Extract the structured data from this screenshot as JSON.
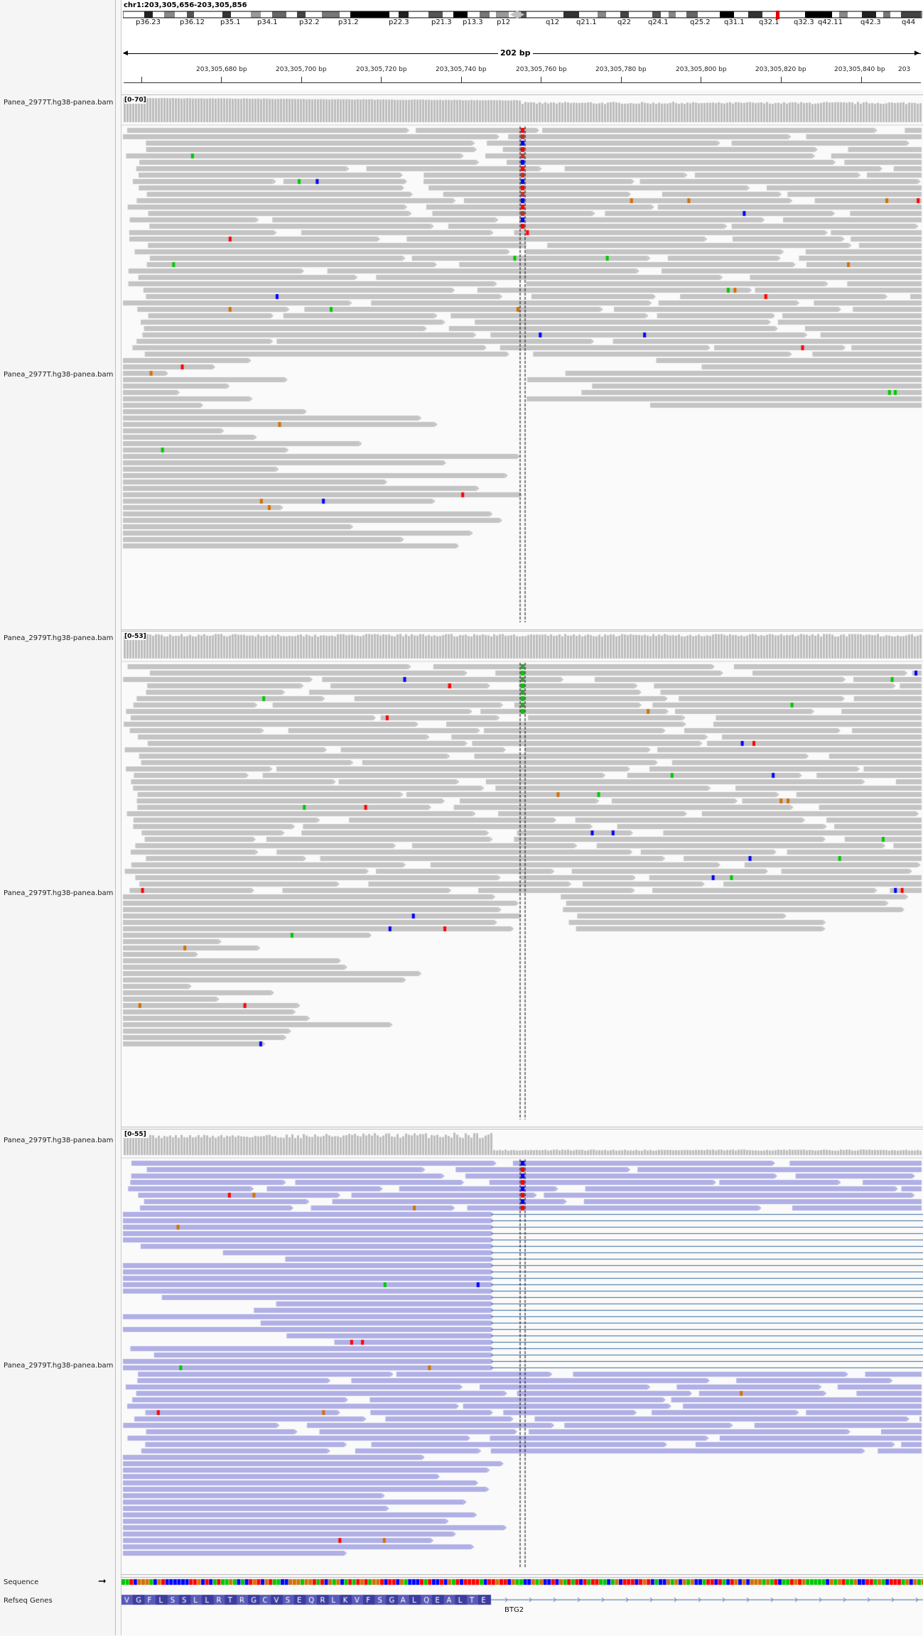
{
  "locus": "chr1:203,305,656-203,305,856",
  "span_label": "202 bp",
  "ideogram_bands": [
    "p36.23",
    "p36.12",
    "p35.1",
    "p34.1",
    "p32.2",
    "p31.2",
    "p22.3",
    "p21.3",
    "p13.3",
    "p12",
    "q12",
    "q21.1",
    "q22",
    "q24.1",
    "q25.2",
    "q31.1",
    "q32.1",
    "q32.3",
    "q42.11",
    "q42.3",
    "q44"
  ],
  "ruler_labels": [
    "203,305,680 bp",
    "203,305,700 bp",
    "203,305,720 bp",
    "203,305,740 bp",
    "203,305,760 bp",
    "203,305,780 bp",
    "203,305,800 bp",
    "203,305,820 bp",
    "203,305,840 bp",
    "203"
  ],
  "tracks": [
    {
      "coverage_name": "Panea_2977T.hg38-panea.bam Coverage",
      "reads_name": "Panea_2977T.hg38-panea.bam",
      "range": "[0-70]"
    },
    {
      "coverage_name": "Panea_2979T.hg38-panea.bam Coverage",
      "reads_name": "Panea_2979T.hg38-panea.bam",
      "range": "[0-53]"
    },
    {
      "coverage_name": "Panea_2979T.hg38-panea.bam Coverage",
      "reads_name": "Panea_2979T.hg38-panea.bam",
      "range": "[0-55]"
    }
  ],
  "sequence_label": "Sequence",
  "refseq_label": "Refseq Genes",
  "gene_name": "BTG2",
  "amino_acids": "VGFLSSLLRTRGCVSEQRLKVFSGALQEALTE",
  "colors": {
    "read_gray": "#c4c4c4",
    "read_purple": "#b0b0e6",
    "mismatch_A": "#00c800",
    "mismatch_C": "#0000ff",
    "mismatch_G": "#d17105",
    "mismatch_T": "#ff0000",
    "exon": "#3c3c9c",
    "intron": "#3c6ea0"
  }
}
